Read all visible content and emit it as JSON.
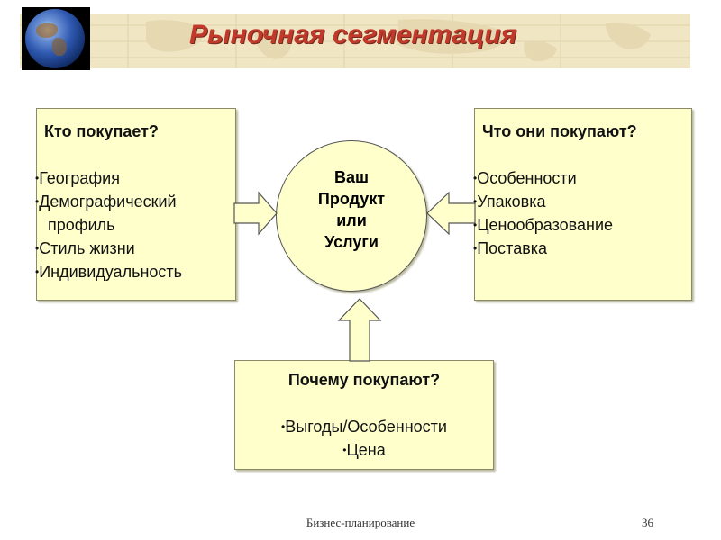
{
  "title": "Рыночная сегментация",
  "left_box": {
    "heading": "Кто покупает?",
    "items": [
      "География",
      "Демографический",
      "профиль",
      "Стиль жизни",
      "Индивидуальность"
    ]
  },
  "right_box": {
    "heading": "Что они покупают?",
    "items": [
      "Особенности",
      "Упаковка",
      "Ценообразование",
      "Поставка"
    ]
  },
  "center": {
    "lines": [
      "Ваш",
      "Продукт",
      "или",
      "Услуги"
    ]
  },
  "bottom_box": {
    "heading": "Почему покупают?",
    "items": [
      "Выгоды/Особенности",
      "Цена"
    ]
  },
  "footer": {
    "text": "Бизнес-планирование",
    "page_number": "36"
  },
  "colors": {
    "title": "#c0392b",
    "box_fill": "#ffffcc",
    "header_band": "#f1e6c4"
  },
  "bullet_char": "•"
}
